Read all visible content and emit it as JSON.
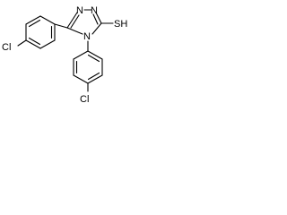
{
  "molecule": {
    "atoms": {
      "cl_left": "Cl",
      "cl_bottom": "Cl",
      "n1": "N",
      "n2": "N",
      "n4": "N",
      "sh": "SH"
    }
  },
  "colors": {
    "bond": "#000000",
    "label": "#000000",
    "background": "#ffffff"
  }
}
